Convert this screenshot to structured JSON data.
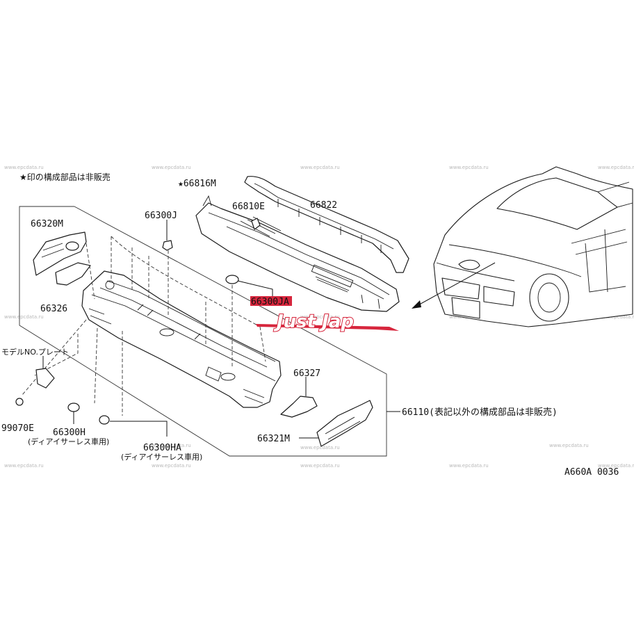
{
  "diagram": {
    "note": "★印の構成部品は非販売",
    "diagram_code": "A660A 0036",
    "watermark": "www.epcdata.ru",
    "logo_text": "Just Jap",
    "labels": {
      "p66816M": "★66816M",
      "p66810E": "66810E",
      "p66822": "66822",
      "p66300J": "66300J",
      "p66320M": "66320M",
      "p66326": "66326",
      "p66300JA": "66300JA",
      "model_plate": "モデルNO.プレート",
      "p99070E": "99070E",
      "p66300H": "66300H",
      "p66300H_note": "(ディアイサーレス車用)",
      "p66300HA": "66300HA",
      "p66300HA_note": "(ディアイサーレス車用)",
      "p66327": "66327",
      "p66110": "66110(表記以外の構成部品は非販売)",
      "p66321M": "66321M"
    }
  }
}
